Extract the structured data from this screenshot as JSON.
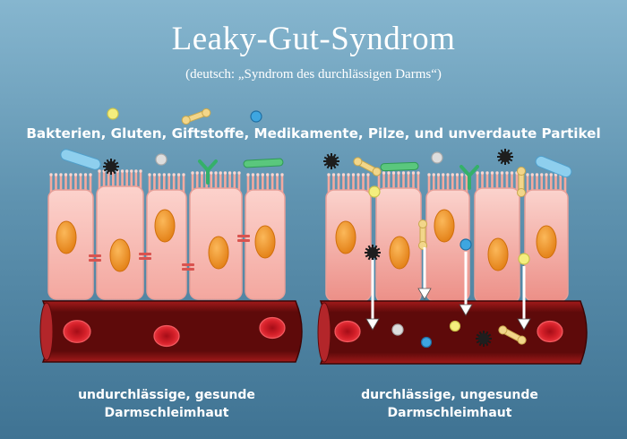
{
  "title": "Leaky-Gut-Syndrom",
  "subtitle": "(deutsch: „Syndrom des durchlässigen Darms“)",
  "substances_label": "Bakterien, Gluten, Giftstoffe, Medikamente,  Pilze, und unverdaute Partikel",
  "panels": [
    {
      "caption_line1": "undurchlässige, gesunde",
      "caption_line2": "Darmschleimhaut"
    },
    {
      "caption_line1": "durchlässige, ungesunde",
      "caption_line2": "Darmschleimhaut"
    }
  ],
  "colors": {
    "cell_fill": "#f7b8b0",
    "cell_stroke": "#e89f98",
    "nucleus": "#f29a2e",
    "junction": "#d9534f",
    "vessel": "#7a1212",
    "blood_cell": "#d9212b",
    "arrow": "#ffffff"
  }
}
